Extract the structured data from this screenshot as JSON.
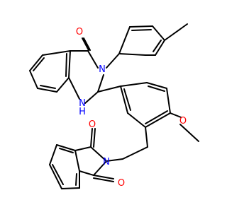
{
  "molecule": {
    "atom_labels": {
      "quinazolinone_O": "O",
      "quinazolinone_N3": "N",
      "quinazolinone_NH_N": "N",
      "quinazolinone_NH_H": "H",
      "methoxy_O": "O",
      "phthalimide_O_top": "O",
      "phthalimide_N": "N",
      "phthalimide_O_bottom": "O"
    },
    "colors": {
      "bond": "#000000",
      "oxygen": "#ff0000",
      "nitrogen": "#0000ff",
      "background": "#ffffff"
    }
  }
}
